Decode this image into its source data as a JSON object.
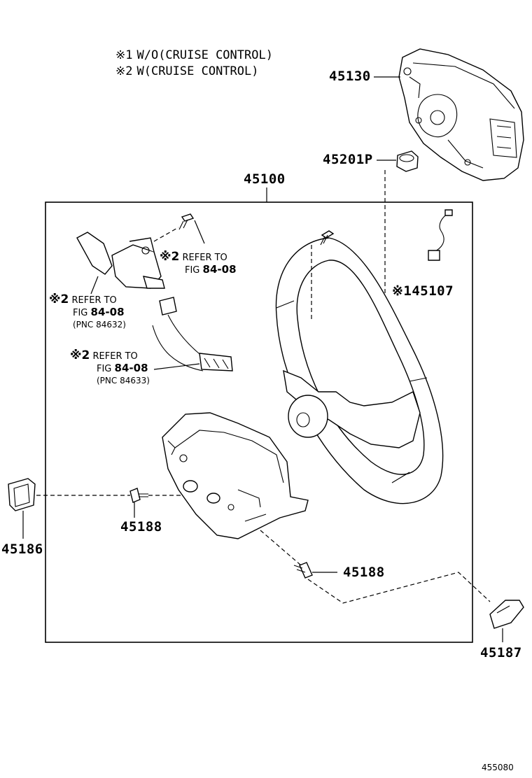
{
  "notes": [
    {
      "mark": "※1",
      "text": "W/O(CRUISE CONTROL)"
    },
    {
      "mark": "※2",
      "text": "W(CRUISE CONTROL)"
    }
  ],
  "parts": {
    "p45130": "45130",
    "p45201p": "45201P",
    "p45100": "45100",
    "p145107": "※145107",
    "p45188_a": "45188",
    "p45188_b": "45188",
    "p45186": "45186",
    "p45187": "45187"
  },
  "refs": {
    "switch_top": {
      "mark": "※2",
      "line1": "REFER TO",
      "fig": "FIG",
      "fignum": "84-08"
    },
    "switch_left": {
      "mark": "※2",
      "line1": "REFER TO",
      "fig": "FIG",
      "fignum": "84-08",
      "pnc": "(PNC 84632)"
    },
    "harness": {
      "mark": "※2",
      "line1": "REFER TO",
      "fig": "FIG",
      "fignum": "84-08",
      "pnc": "(PNC 84633)"
    }
  },
  "figure_code": "455080"
}
